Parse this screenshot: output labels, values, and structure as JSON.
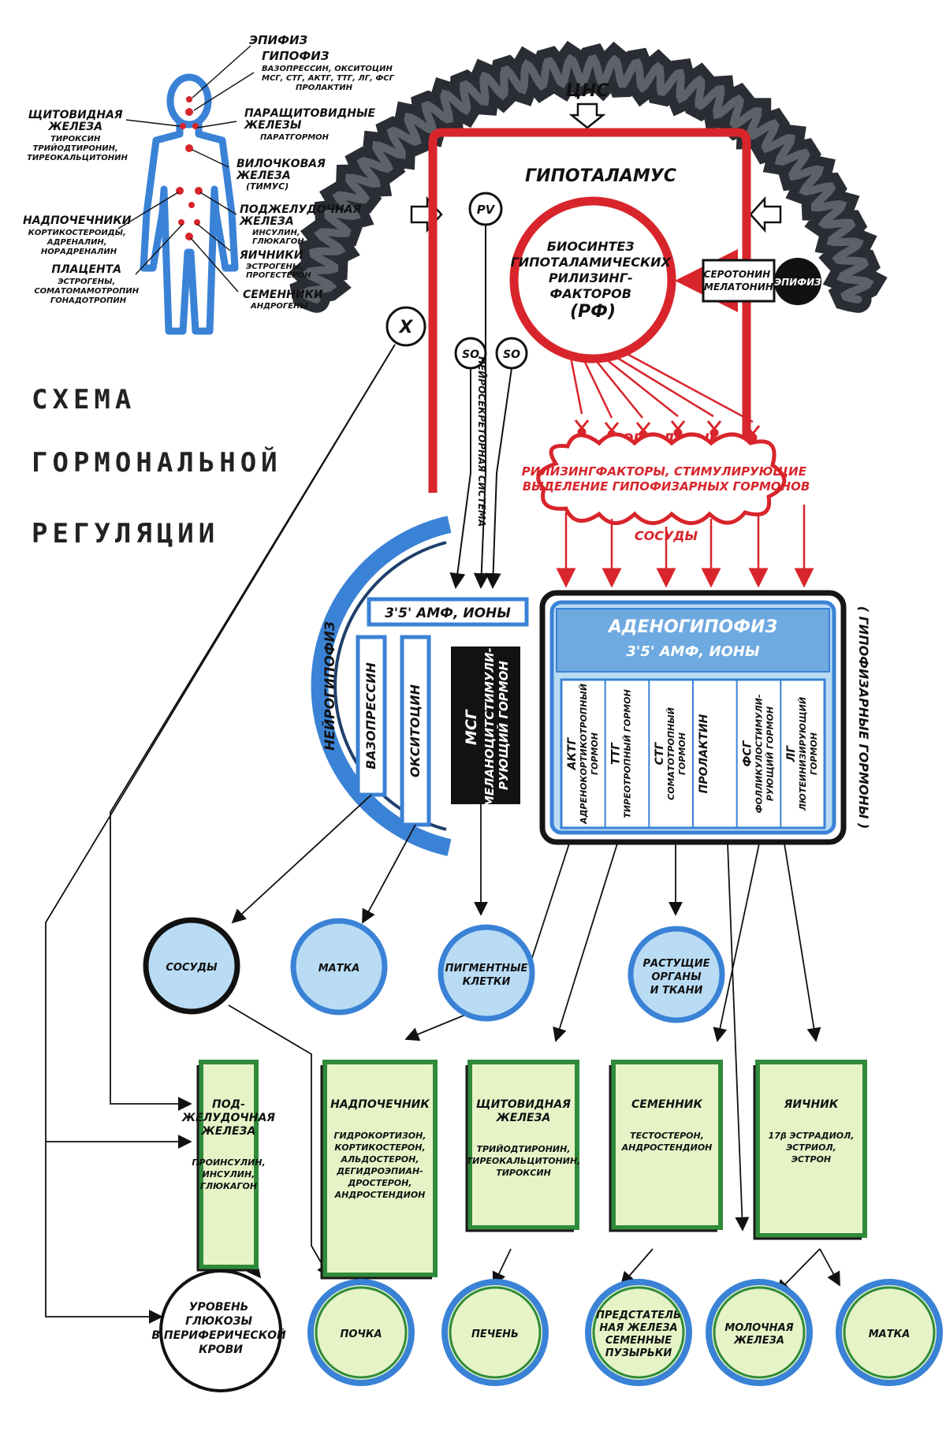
{
  "title": [
    "СХЕМА",
    "ГОРМОНАЛЬНОЙ",
    "РЕГУЛЯЦИИ"
  ],
  "cns": "ЦНС",
  "hypothalamus": "ГИПОТАЛАМУС",
  "biosynthesis": [
    "БИОСИНТЕЗ",
    "ГИПОТАЛАМИЧЕСКИХ",
    "РИЛИЗИНГ-",
    "ФАКТОРОВ",
    "(РФ)"
  ],
  "serotonin": [
    "СЕРОТОНИН",
    "МЕЛАТОНИН"
  ],
  "epiphysis_node": "ЭПИФИЗ",
  "pv": "PV",
  "so1": "SO",
  "so2": "SO",
  "x_node": "X",
  "neurosecretory": "НЕЙРОСЕКРЕТОРНАЯ СИСТЕМА",
  "portal_top": "ПОРТАЛЬНЫЕ",
  "releasing": [
    "РИЛИЗИНГФАКТОРЫ, СТИМУЛИРУЮЩИЕ",
    "ВЫДЕЛЕНИЕ ГИПОФИЗАРНЫХ ГОРМОНОВ"
  ],
  "portal_bottom": "СОСУДЫ",
  "neurohypophysis": "НЕЙРОГИПОФИЗ",
  "amp_neuro": "3'5' АМФ, ИОНЫ",
  "vasopressin": "ВАЗОПРЕССИН",
  "oxytocin": "ОКСИТОЦИН",
  "msg": [
    "МСГ",
    "МЕЛАНОЦИТСТИМУЛИ-",
    "РУЮЩИЙ ГОРМОН"
  ],
  "adenohypophysis": "АДЕНОГИПОФИЗ",
  "amp_adeno": "3'5' АМФ, ИОНЫ",
  "pituitary_hormones": "( ГИПОФИЗАРНЫЕ ГОРМОНЫ )",
  "hormones": [
    [
      "АКТГ",
      "АДРЕНОКОРТИКОТРОПНЫЙ",
      "ГОРМОН"
    ],
    [
      "ТТГ",
      "ТИРЕОТРОПНЫЙ ГОРМОН"
    ],
    [
      "СТГ",
      "СОМАТОТРОПНЫЙ",
      "ГОРМОН"
    ],
    [
      "ПРОЛАКТИН"
    ],
    [
      "ФСГ",
      "ФОЛЛИКУЛОСТИМУЛИ-",
      "РУЮЩИЙ ГОРМОН"
    ],
    [
      "ЛГ",
      "ЛЮТЕИНИЗИРУЮЩИЙ",
      "ГОРМОН"
    ]
  ],
  "targets_blue": [
    [
      "СОСУДЫ"
    ],
    [
      "МАТКА"
    ],
    [
      "ПИГМЕНТНЫЕ",
      "КЛЕТКИ"
    ],
    [
      "РАСТУЩИЕ",
      "ОРГАНЫ",
      "И ТКАНИ"
    ]
  ],
  "glands": [
    {
      "name": [
        "ПОД-",
        "ЖЕЛУДОЧНАЯ",
        "ЖЕЛЕЗА"
      ],
      "products": [
        "ПРОИНСУЛИН,",
        "ИНСУЛИН,",
        "ГЛЮКАГОН"
      ]
    },
    {
      "name": [
        "НАДПОЧЕЧНИК"
      ],
      "products": [
        "ГИДРОКОРТИЗОН,",
        "КОРТИКОСТЕРОН,",
        "АЛЬДОСТЕРОН,",
        "ДЕГИДРОЭПИАН-",
        "ДРОСТЕРОН,",
        "АНДРОСТЕНДИОН"
      ]
    },
    {
      "name": [
        "ЩИТОВИДНАЯ",
        "ЖЕЛЕЗА"
      ],
      "products": [
        "ТРИЙОДТИРОНИН,",
        "ТИРЕОКАЛЬЦИТОНИН,",
        "ТИРОКСИН"
      ]
    },
    {
      "name": [
        "СЕМЕННИК"
      ],
      "products": [
        "ТЕСТОСТЕРОН,",
        "АНДРОСТЕНДИОН"
      ]
    },
    {
      "name": [
        "ЯИЧНИК"
      ],
      "products": [
        "17β ЭСТРАДИОЛ,",
        "ЭСТРИОЛ,",
        "ЭСТРОН"
      ]
    }
  ],
  "glucose": [
    "УРОВЕНЬ",
    "ГЛЮКОЗЫ",
    "В ПЕРИФЕРИЧЕСКОЙ",
    "КРОВИ"
  ],
  "targets_green": [
    [
      "ПОЧКА"
    ],
    [
      "ПЕЧЕНЬ"
    ],
    [
      "ПРЕДСТАТЕЛЬ",
      "НАЯ ЖЕЛЕЗА",
      "СЕМЕННЫЕ",
      "ПУЗЫРЬКИ"
    ],
    [
      "МОЛОЧНАЯ",
      "ЖЕЛЕЗА"
    ],
    [
      "МАТКА"
    ]
  ],
  "body_labels": {
    "epiphysis": "ЭПИФИЗ",
    "hypophysis": [
      "ГИПОФИЗ",
      "ВАЗОПРЕССИН, ОКСИТОЦИН",
      "МСГ, СТГ, АКТГ, ТТГ, ЛГ, ФСГ",
      "ПРОЛАКТИН"
    ],
    "thyroid": [
      "ЩИТОВИДНАЯ",
      "ЖЕЛЕЗА",
      "ТИРОКСИН",
      "ТРИЙОДТИРОНИН,",
      "ТИРЕОКАЛЬЦИТОНИН"
    ],
    "parathyroid": [
      "ПАРАЩИТОВИДНЫЕ",
      "ЖЕЛЕЗЫ",
      "ПАРАТГОРМОН"
    ],
    "thymus": [
      "ВИЛОЧКОВАЯ",
      "ЖЕЛЕЗА",
      "(ТИМУС)"
    ],
    "adrenal": [
      "НАДПОЧЕЧНИКИ",
      "КОРТИКОСТЕРОИДЫ,",
      "АДРЕНАЛИН,",
      "НОРАДРЕНАЛИН"
    ],
    "pancreas": [
      "ПОДЖЕЛУДОЧНАЯ",
      "ЖЕЛЕЗА",
      "ИНСУЛИН,",
      "ГЛЮКАГОН"
    ],
    "ovaries": [
      "ЯИЧНИКИ",
      "ЭСТРОГЕНЫ,",
      "ПРОГЕСТЕРОН"
    ],
    "placenta": [
      "ПЛАЦЕНТА",
      "ЭСТРОГЕНЫ,",
      "СОМАТОМАМОТРОПИН",
      "ГОНАДОТРОПИН"
    ],
    "testes": [
      "СЕМЕННИКИ",
      "АНДРОГЕНЫ"
    ]
  },
  "colors": {
    "red": "#d8252b",
    "blue": "#3a82d6",
    "light_blue": "#b9dcf4",
    "pale_green": "#e6f3c7",
    "green_border": "#2f8b3a",
    "dark": "#1a1a1a",
    "cortex": "#2a2d33"
  }
}
